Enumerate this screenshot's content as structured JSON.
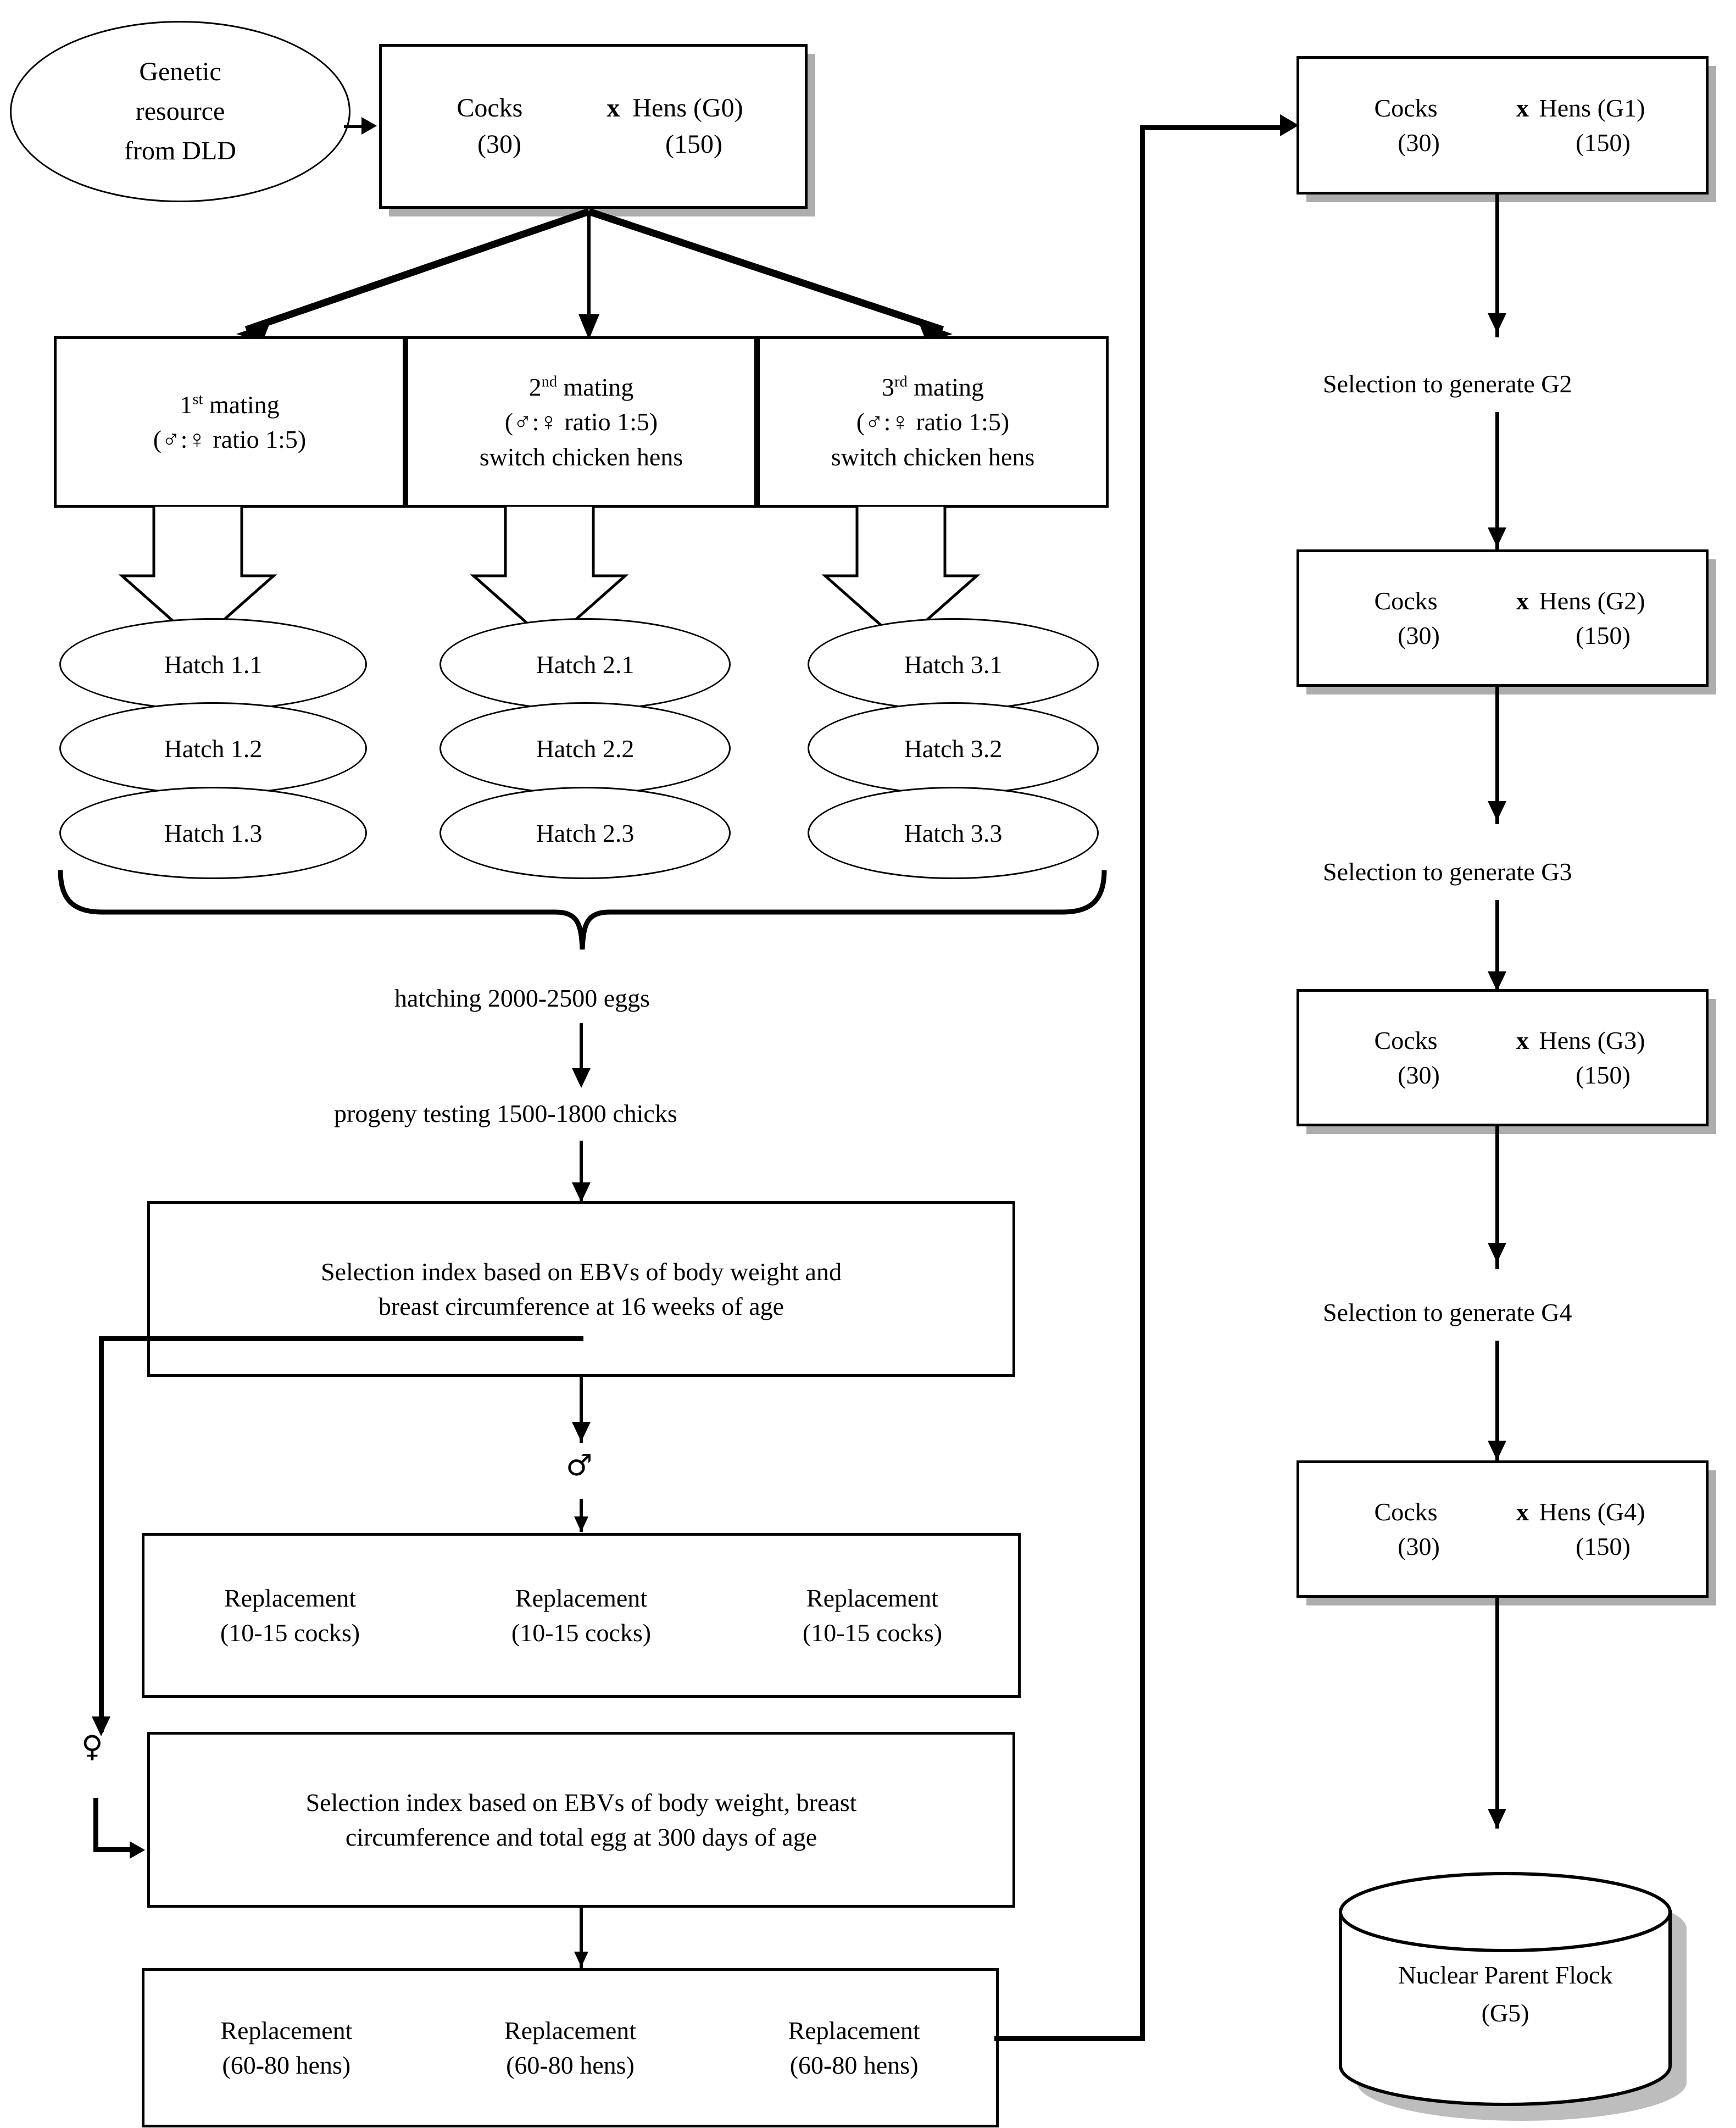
{
  "diagram": {
    "title": "Chicken breeding and selection scheme flowchart",
    "source_node": {
      "line1": "Genetic",
      "line2": "resource",
      "line3": "from DLD"
    },
    "founder_box": {
      "cocks_label": "Cocks",
      "cross_symbol": "x",
      "hens_label": "Hens (G0)",
      "cocks_count": "(30)",
      "hens_count": "(150)"
    },
    "matings": [
      {
        "ordinal": "1",
        "ordinal_suffix": "st",
        "name": "mating",
        "ratio": "ratio 1:5",
        "note": ""
      },
      {
        "ordinal": "2",
        "ordinal_suffix": "nd",
        "name": "mating",
        "ratio": "ratio 1:5",
        "note": "switch chicken  hens"
      },
      {
        "ordinal": "3",
        "ordinal_suffix": "rd",
        "name": "mating",
        "ratio": "ratio 1:5",
        "note": "switch chicken  hens"
      }
    ],
    "mating_symbols": {
      "open_paren": "(",
      "male": "♂",
      "colon": ":",
      "female": "♀",
      "close_paren": ")"
    },
    "hatch_groups": [
      [
        "Hatch 1.1",
        "Hatch 1.2",
        "Hatch 1.3"
      ],
      [
        "Hatch 2.1",
        "Hatch 2.2",
        "Hatch 2.3"
      ],
      [
        "Hatch 3.1",
        "Hatch 3.2",
        "Hatch 3.3"
      ]
    ],
    "hatching_label": "hatching 2000-2500 eggs",
    "progeny_label": "progeny testing 1500-1800 chicks",
    "selection_index_male": {
      "line1": "Selection  index based on EBVs of body weight  and",
      "line2": "breast circumference  at 16 weeks of age"
    },
    "male_symbol": "♂",
    "female_symbol": "♀",
    "replacement_cocks": [
      {
        "line1": "Replacement",
        "line2": "(10-15 cocks)"
      },
      {
        "line1": "Replacement",
        "line2": "(10-15 cocks)"
      },
      {
        "line1": "Replacement",
        "line2": "(10-15 cocks)"
      }
    ],
    "selection_index_female": {
      "line1": "Selection  index based on EBVs of body weight, breast",
      "line2": "circumference  and total egg  at 300 days of age"
    },
    "replacement_hens": [
      {
        "line1": "Replacement",
        "line2": "(60-80 hens)"
      },
      {
        "line1": "Replacement",
        "line2": "(60-80 hens)"
      },
      {
        "line1": "Replacement",
        "line2": "(60-80 hens)"
      }
    ],
    "generations": [
      {
        "cocks_label": "Cocks",
        "cross_symbol": "x",
        "hens_label": "Hens (G1)",
        "cocks_count": "(30)",
        "hens_count": "(150)"
      },
      {
        "cocks_label": "Cocks",
        "cross_symbol": "x",
        "hens_label": "Hens (G2)",
        "cocks_count": "(30)",
        "hens_count": "(150)"
      },
      {
        "cocks_label": "Cocks",
        "cross_symbol": "x",
        "hens_label": "Hens (G3)",
        "cocks_count": "(30)",
        "hens_count": "(150)"
      },
      {
        "cocks_label": "Cocks",
        "cross_symbol": "x",
        "hens_label": "Hens (G4)",
        "cocks_count": "(30)",
        "hens_count": "(150)"
      }
    ],
    "selection_steps": [
      "Selection  to generate  G2",
      "Selection  to generate  G3",
      "Selection  to generate  G4"
    ],
    "final_node": {
      "line1": "Nuclear Parent Flock",
      "line2": "(G5)"
    },
    "colors": {
      "stroke": "#000000",
      "fill": "#ffffff",
      "shadow": "#a8a8a8"
    }
  }
}
